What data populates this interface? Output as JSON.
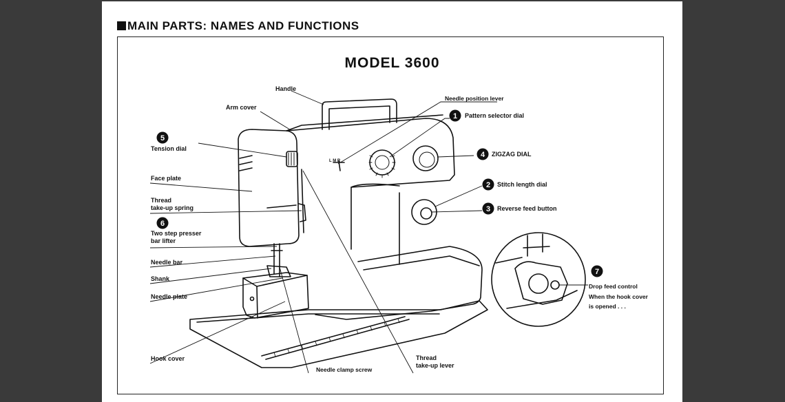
{
  "heading": "MAIN PARTS: NAMES AND FUNCTIONS",
  "model_title": "MODEL 3600",
  "labels": {
    "handle": "Handle",
    "arm_cover": "Arm cover",
    "needle_position_lever": "Needle position lever",
    "tension_dial": "Tension dial",
    "face_plate": "Face plate",
    "thread_takeup_spring_1": "Thread",
    "thread_takeup_spring_2": "take-up spring",
    "presser_bar_lifter_1": "Two step presser",
    "presser_bar_lifter_2": "bar lifter",
    "needle_bar": "Needle bar",
    "shank": "Shank",
    "needle_plate": "Needle plate",
    "hook_cover": "Hook cover",
    "needle_clamp_screw": "Needle clamp screw",
    "thread_takeup_lever_1": "Thread",
    "thread_takeup_lever_2": "take-up lever",
    "pattern_selector_dial": "Pattern selector dial",
    "zigzag_dial": "ZIGZAG DIAL",
    "stitch_length_dial": "Stitch length dial",
    "reverse_feed_button": "Reverse feed button",
    "drop_feed_control": "Drop feed control",
    "hook_note_1": "When the hook cover",
    "hook_note_2": "is opened . . .",
    "lmr": "L M R"
  },
  "numbers": {
    "pattern_selector": "1",
    "stitch_length": "2",
    "reverse_feed": "3",
    "zigzag": "4",
    "tension": "5",
    "presser_lifter": "6",
    "drop_feed": "7"
  }
}
